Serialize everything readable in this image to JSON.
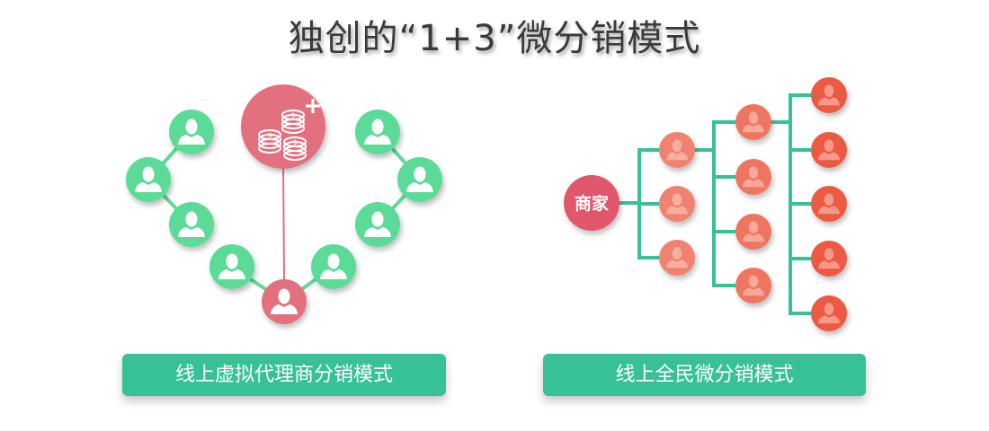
{
  "title": "独创的“1+3”微分销模式",
  "left_model": {
    "label": "线上虚拟代理商分销模式",
    "center_icon": "money-coins-plus-icon",
    "node_icon": "person-icon"
  },
  "right_model": {
    "label": "线上全民微分销模式",
    "root_label": "商家",
    "level_counts": [
      3,
      4,
      5
    ],
    "node_icon": "person-icon"
  },
  "colors": {
    "green": "#5cdb98",
    "pink": "#e2707e",
    "line_green": "#36c196",
    "root_red": "#e0566a",
    "level1": "#ef8270",
    "level2": "#ee7560",
    "level3": "#eb5a43"
  }
}
